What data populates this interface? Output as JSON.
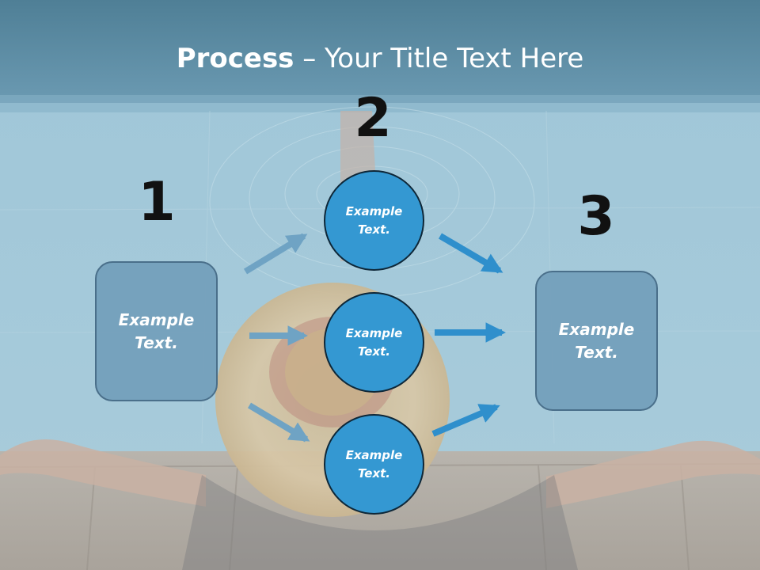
{
  "title": {
    "bold": "Process",
    "rest": " – Your Title Text Here"
  },
  "steps": [
    {
      "number": "1"
    },
    {
      "number": "2"
    },
    {
      "number": "3"
    }
  ],
  "left_box": {
    "text": "Example\nText."
  },
  "right_box": {
    "text": "Example\nText."
  },
  "circles": [
    {
      "text": "Example\nText."
    },
    {
      "text": "Example\nText."
    },
    {
      "text": "Example\nText."
    }
  ],
  "colors": {
    "circle_fill": "#3498d2",
    "box_fill": "#709cb8",
    "arrow_left": "#6fa3c4",
    "arrow_right": "#2f8fcc",
    "title_text": "#ffffff",
    "number_text": "#111111"
  }
}
